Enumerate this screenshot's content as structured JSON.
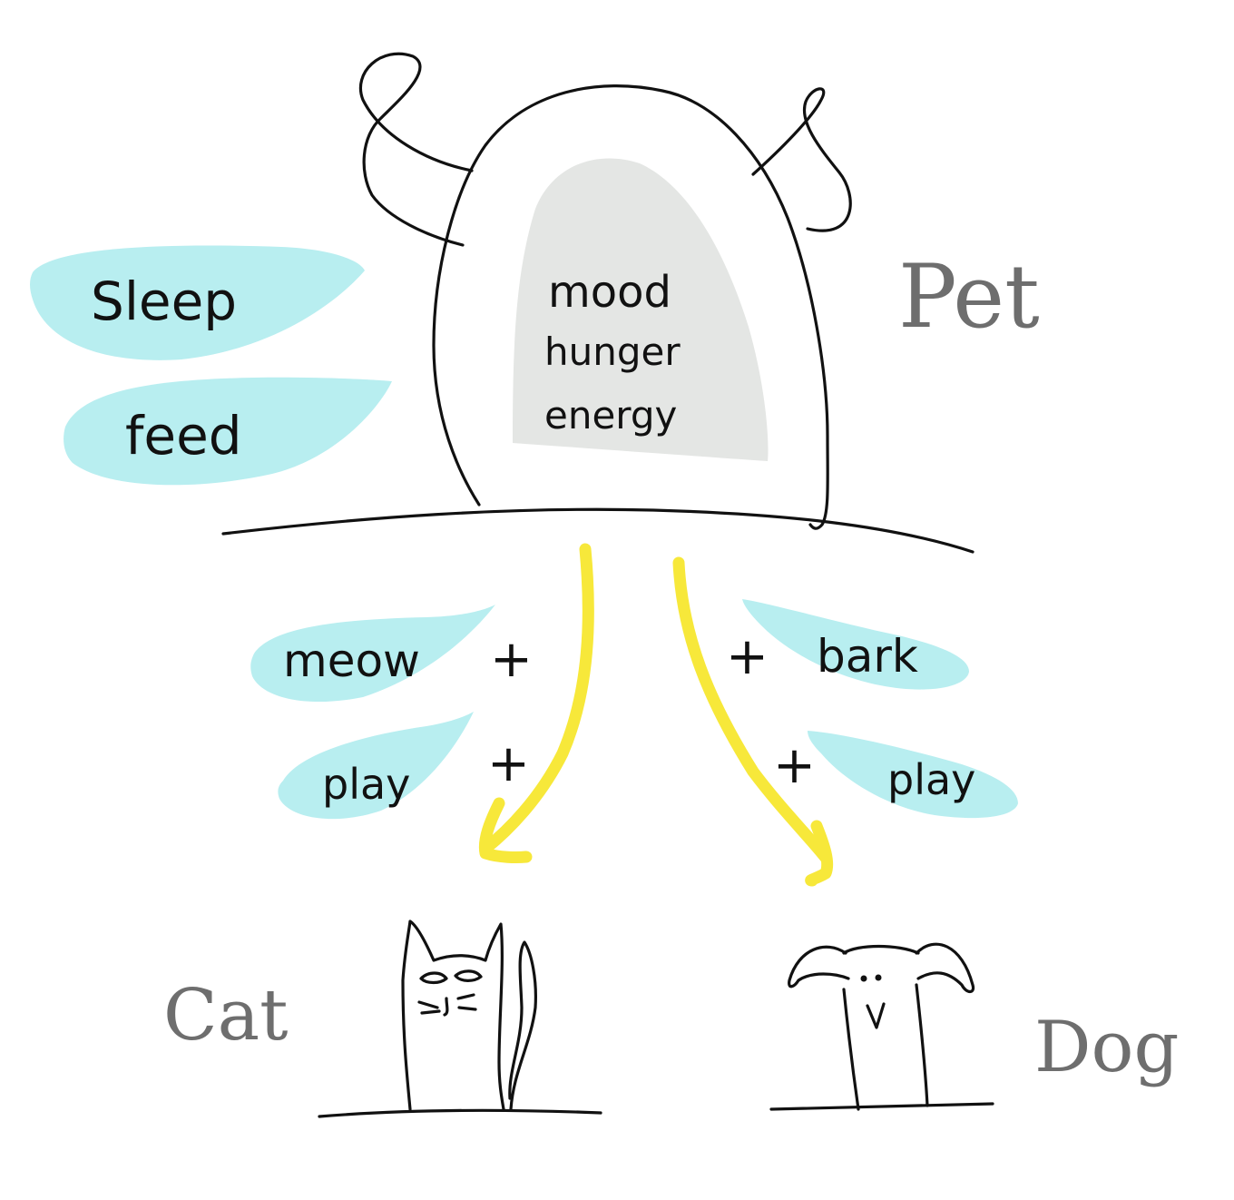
{
  "colors": {
    "leaf": "#b8eef0",
    "state_area": "#e4e6e4",
    "arrow": "#f7e83a",
    "ink": "#111111",
    "class_label": "#6e6e6e"
  },
  "base": {
    "class_name": "Pet",
    "attributes": [
      "mood",
      "hunger",
      "energy"
    ],
    "methods": [
      "Sleep",
      "feed"
    ]
  },
  "cat": {
    "class_name": "Cat",
    "methods": [
      "meow",
      "play"
    ],
    "plus": "+"
  },
  "dog": {
    "class_name": "Dog",
    "methods": [
      "bark",
      "play"
    ],
    "plus": "+"
  }
}
